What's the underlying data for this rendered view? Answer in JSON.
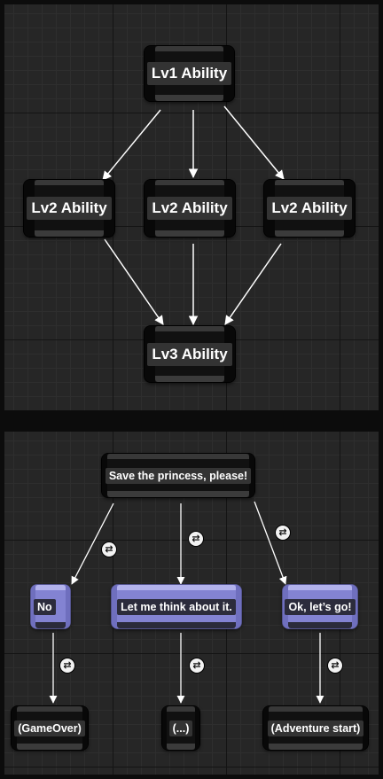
{
  "ability_graph": {
    "root": "Lv1 Ability",
    "middle": [
      "Lv2 Ability",
      "Lv2 Ability",
      "Lv2 Ability"
    ],
    "final": "Lv3 Ability"
  },
  "dialogue_graph": {
    "prompt": "Save the princess, please!",
    "choices": [
      "No",
      "Let me think about it.",
      "Ok, let’s go!"
    ],
    "results": [
      "(GameOver)",
      "(...)",
      "(Adventure start)"
    ]
  },
  "icons": {
    "transition": "exchange-arrows-icon",
    "transition_glyph": "⇄"
  },
  "colors": {
    "choice_node": "#8383d2",
    "wire": "#ffffff",
    "grid_background": "#262626"
  }
}
